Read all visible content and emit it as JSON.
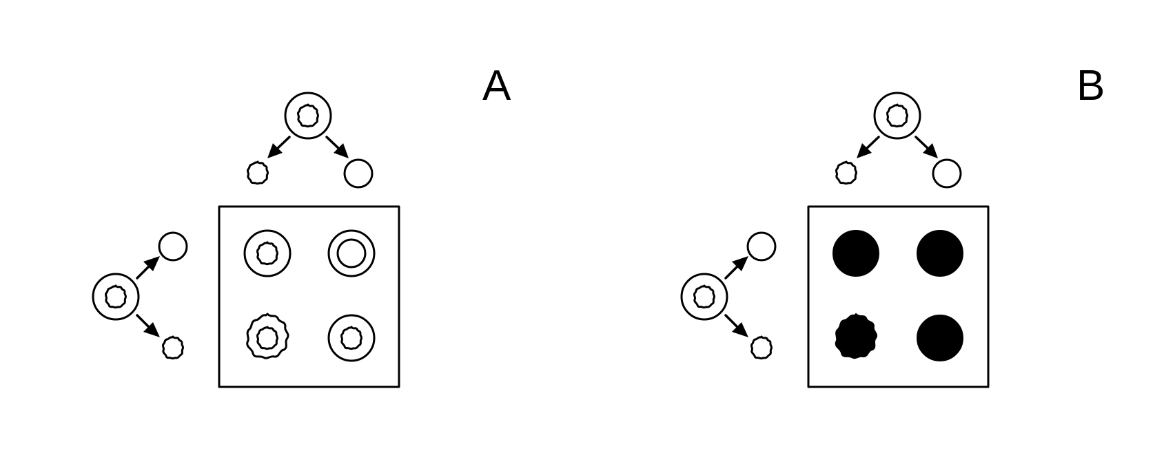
{
  "panels": [
    {
      "label": "A",
      "style": "outline"
    },
    {
      "label": "B",
      "style": "filled"
    }
  ],
  "grid": {
    "rows": 2,
    "cols": 2,
    "cells_A": [
      "star-in-circle",
      "circle-in-circle",
      "star-in-star",
      "star-in-circle"
    ],
    "cells_B": [
      "filled-circle",
      "filled-circle",
      "filled-star",
      "filled-circle"
    ]
  },
  "colors": {
    "stroke": "#000000",
    "fill": "#000000",
    "background": "#ffffff"
  }
}
